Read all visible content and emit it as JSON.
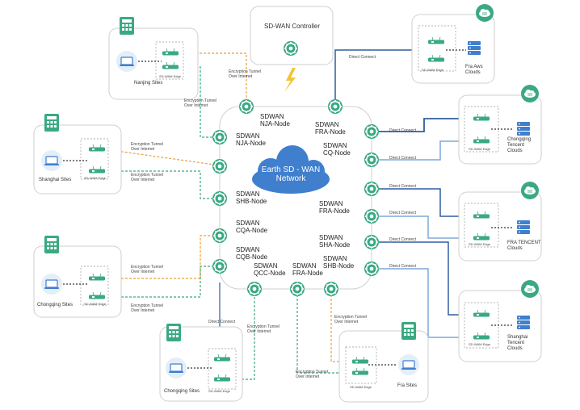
{
  "controller": {
    "title": "SD-WAN Controller"
  },
  "core": {
    "title": "Earth SD - WAN Network"
  },
  "nodes": {
    "nja_top": "SDWAN\nNJA-Node",
    "fra_top": "SDWAN\nFRA-Node",
    "nja_left": "SDWAN\nNJA-Node",
    "cq_right": "SDWAN\nCQ-Node",
    "shb_left": "SDWAN\nSHB-Node",
    "fra_right": "SDWAN\nFRA-Node",
    "cqa_left": "SDWAN\nCQA-Node",
    "sha_right": "SDWAN\nSHA-Node",
    "cqb_left": "SDWAN\nCQB-Node",
    "shb_right": "SDWAN\nSHB-Node",
    "qcc_bottom": "SDWAN\nQCC-Node",
    "fra_bottom": "SDWAN\nFRA-Node"
  },
  "sites": {
    "nanjing": "Nanjing Sites",
    "shanghai": "Shanghai Sites",
    "chongqing_left": "Chongqing Sites",
    "chongqing_bottom": "Chongqing Sites",
    "fra": "Fra Sites"
  },
  "clouds": {
    "fra_aws": "Fra Aws\nClouds",
    "chongqing_tencent": "Chongqing\nTencent\nClouds",
    "fra_tencent": "FRA TENCENT\nClouds",
    "shanghai_tencent": "Shanghai\nTencent\nClouds"
  },
  "edge_label": "SD-WAM Edge",
  "links": {
    "enc_tunnel": "Encryption Tunnel\nOver Internet",
    "direct_connect": "Direct Connect"
  },
  "colors": {
    "node_green": "#3aa982",
    "tunnel_orange": "#e8a23a",
    "tunnel_green": "#3aa982",
    "direct_dark": "#2f5fa0",
    "direct_light": "#7fa9d9",
    "cloud_blue": "#3f7fce",
    "lightning": "#f4c430"
  }
}
